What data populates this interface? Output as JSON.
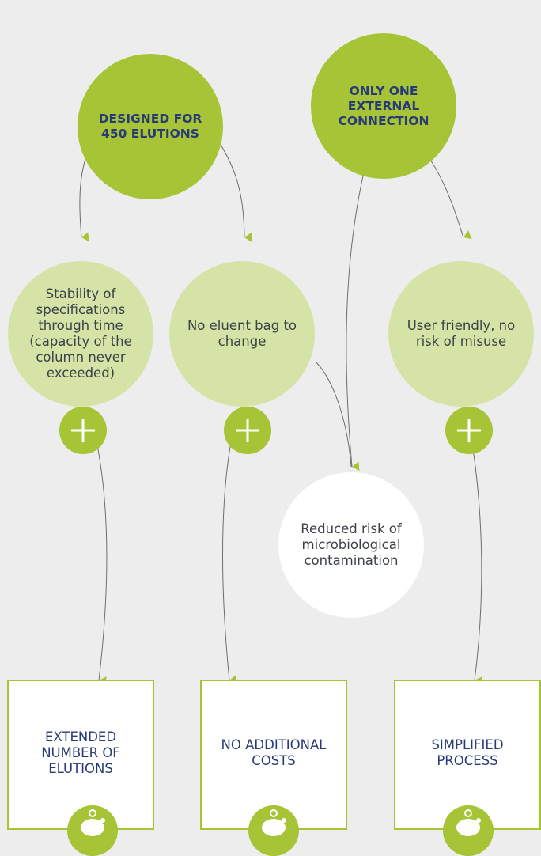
{
  "colors": {
    "background": "#eeeded",
    "accent_green": "#a6c435",
    "light_green": "#d5e4a6",
    "navy_text": "#283a78",
    "connector": "#6e6e6e"
  },
  "top_nodes": [
    {
      "label": "DESIGNED FOR\n450 ELUTIONS"
    },
    {
      "label": "ONLY ONE\nEXTERNAL\nCONNECTION"
    }
  ],
  "benefit_nodes": [
    {
      "label": "Stability of specifications through time (capacity of the column never exceeded)",
      "icon": "plus-icon"
    },
    {
      "label": "No eluent bag to change",
      "icon": "plus-icon"
    },
    {
      "label": "User friendly, no risk of misuse",
      "icon": "plus-icon"
    }
  ],
  "shared_node": {
    "label": "Reduced risk of microbiological contamination"
  },
  "outcome_boxes": [
    {
      "label": "EXTENDED NUMBER OF ELUTIONS",
      "icon": "piggy-bank-icon"
    },
    {
      "label": "NO ADDITIONAL COSTS",
      "icon": "piggy-bank-icon"
    },
    {
      "label": "SIMPLIFIED PROCESS",
      "icon": "piggy-bank-icon"
    }
  ]
}
